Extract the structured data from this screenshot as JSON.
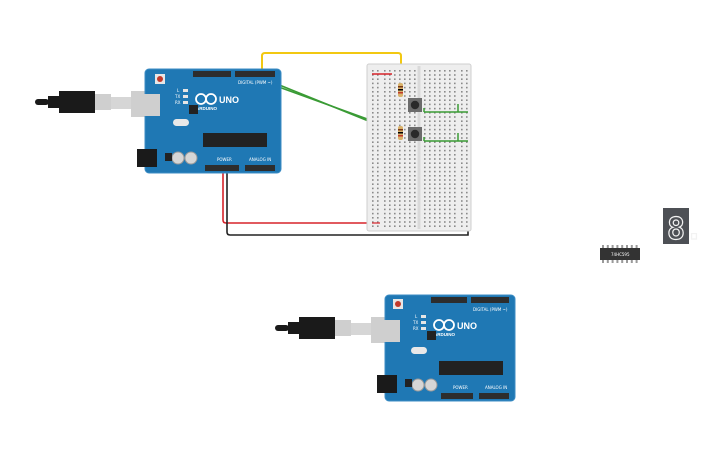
{
  "colors": {
    "board": "#1f78b4",
    "board_dark": "#16659a",
    "board_edge": "#3c8dc5",
    "header": "#2d2d2d",
    "wire_yellow": "#f2c811",
    "wire_green": "#3a9b35",
    "wire_red": "#d7232a",
    "wire_black": "#222222",
    "breadboard": "#eeeeee",
    "usb_plug": "#1a1a1a",
    "usb_metal": "#cfcfcf",
    "segment": "#4d5055"
  },
  "board_top": {
    "logo_text": "UNO",
    "brand_text": "ARDUINO",
    "digital_label": "DIGITAL (PWM ~)",
    "power_label": "POWER",
    "analog_label": "ANALOG IN",
    "led_labels": [
      "L",
      "TX",
      "RX"
    ]
  },
  "board_bottom": {
    "logo_text": "UNO",
    "brand_text": "ARDUINO",
    "digital_label": "DIGITAL (PWM ~)",
    "power_label": "POWER",
    "analog_label": "ANALOG IN",
    "led_labels": [
      "L",
      "TX",
      "RX"
    ]
  },
  "shift_register": {
    "label": "74HC595"
  },
  "seven_segment": {
    "digit": "8."
  },
  "icons": [
    "usb-plug-icon",
    "reset-button-icon",
    "arduino-logo-icon"
  ]
}
